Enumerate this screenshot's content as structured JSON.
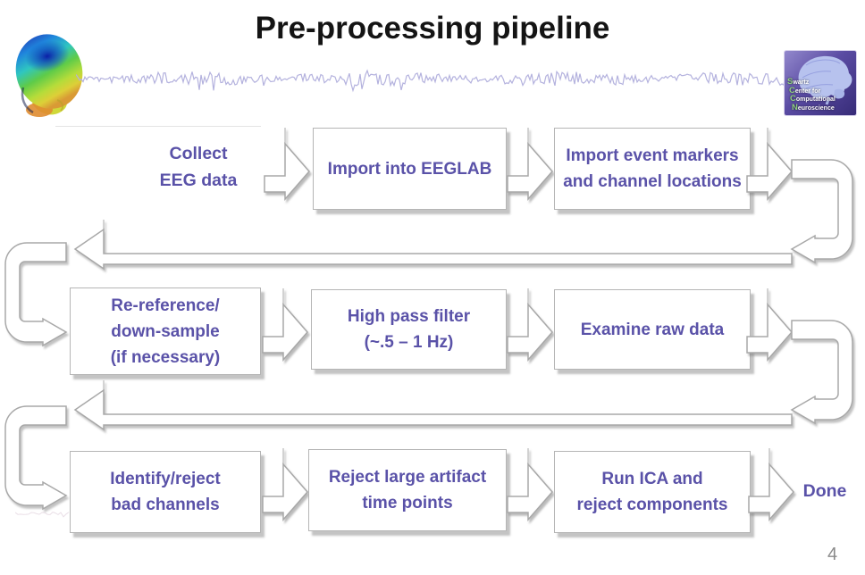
{
  "slide": {
    "title": "Pre-processing pipeline",
    "page_number": "4"
  },
  "logo": {
    "lines": [
      {
        "initial": "S",
        "rest": "wartz"
      },
      {
        "initial": "C",
        "rest": "enter for"
      },
      {
        "initial": "C",
        "rest": "omputational"
      },
      {
        "initial": "N",
        "rest": "euroscience"
      }
    ]
  },
  "flow": {
    "start_label": {
      "lines": [
        "Collect",
        "EEG data"
      ]
    },
    "rows": [
      {
        "boxes": [
          {
            "lines": [
              "Import into EEGLAB"
            ]
          },
          {
            "lines": [
              "Import event markers",
              "and channel locations"
            ]
          }
        ]
      },
      {
        "boxes": [
          {
            "lines": [
              "Re-reference/",
              "down-sample",
              "(if necessary)"
            ]
          },
          {
            "lines": [
              "High pass filter",
              "(~.5 – 1 Hz)"
            ]
          },
          {
            "lines": [
              "Examine raw data"
            ]
          }
        ]
      },
      {
        "boxes": [
          {
            "lines": [
              "Identify/reject",
              "bad channels"
            ]
          },
          {
            "lines": [
              "Reject large artifact",
              "time points"
            ]
          },
          {
            "lines": [
              "Run ICA and",
              "reject components"
            ]
          }
        ]
      }
    ],
    "end_label": "Done"
  },
  "icons": {
    "right_arrow": "block-arrow-right",
    "return_arrow": "long-block-arrow-left",
    "uturn_right_side": "elbow-arrow-right-then-down",
    "uturn_left_side": "elbow-arrow-down-then-right",
    "head": "eeg-scalp-map-head",
    "trace": "eeg-waveform",
    "brain": "sagittal-brain"
  },
  "colors": {
    "title": "#141414",
    "text_purple": "#5a52a8",
    "box_border": "#b5b5b5",
    "arrow_outline": "#a8a8a8",
    "eeg_trace": "#b4b2de",
    "page_number": "#8a8a8a",
    "logo_green": "#8fd080"
  }
}
